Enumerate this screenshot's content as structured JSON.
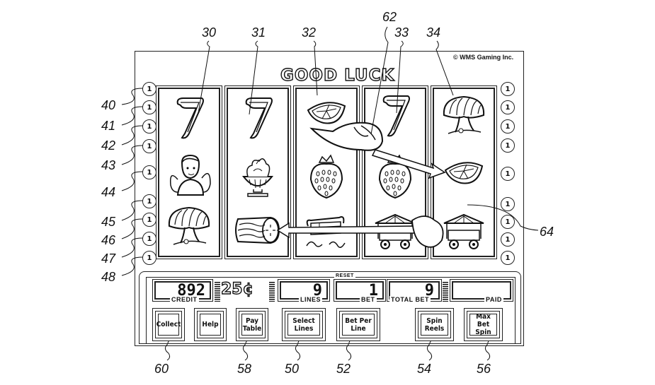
{
  "figure": {
    "title": "GOOD LUCK",
    "copyright": "© WMS Gaming Inc."
  },
  "reels": [
    {
      "ref": "30",
      "symbols": [
        "seven",
        "fairy",
        "seashell-tree"
      ]
    },
    {
      "ref": "31",
      "symbols": [
        "seven",
        "flower-bowl",
        "log"
      ]
    },
    {
      "ref": "32",
      "symbols": [
        "orange-slice",
        "strawberry",
        "park-bench"
      ]
    },
    {
      "ref": "33",
      "symbols": [
        "seven",
        "strawberry",
        "food-cart"
      ]
    },
    {
      "ref": "34",
      "symbols": [
        "seashell-tree",
        "orange-slice",
        "food-cart"
      ]
    }
  ],
  "payline_buttons": {
    "left": [
      "1",
      "1",
      "1",
      "1",
      "1",
      "1",
      "1",
      "1",
      "1"
    ],
    "right": [
      "1",
      "1",
      "1",
      "1",
      "1",
      "1",
      "1",
      "1",
      "1"
    ],
    "left_refs": [
      "40",
      "41",
      "42",
      "43",
      "44",
      "45",
      "46",
      "47",
      "48"
    ]
  },
  "meters": {
    "credit": {
      "label": "CREDIT",
      "value": "892"
    },
    "denomination": "25¢",
    "lines": {
      "label": "LINES",
      "value": "9"
    },
    "bet": {
      "label": "BET",
      "value": "1",
      "top_label": "RESET"
    },
    "total_bet": {
      "label": "TOTAL BET",
      "value": "9"
    },
    "paid": {
      "label": "PAID",
      "value": ""
    }
  },
  "buttons": [
    {
      "label": "Collect",
      "ref": "60"
    },
    {
      "label": "Help",
      "ref": ""
    },
    {
      "label": "Pay\nTable",
      "ref": "58"
    },
    {
      "label": "Select\nLines",
      "ref": "50"
    },
    {
      "label": "Bet Per\nLine",
      "ref": "52"
    },
    {
      "label": "Spin\nReels",
      "ref": "54"
    },
    {
      "label": "Max Bet\nSpin",
      "ref": "56"
    }
  ],
  "refs": {
    "hand": "62",
    "pointer": "64"
  }
}
